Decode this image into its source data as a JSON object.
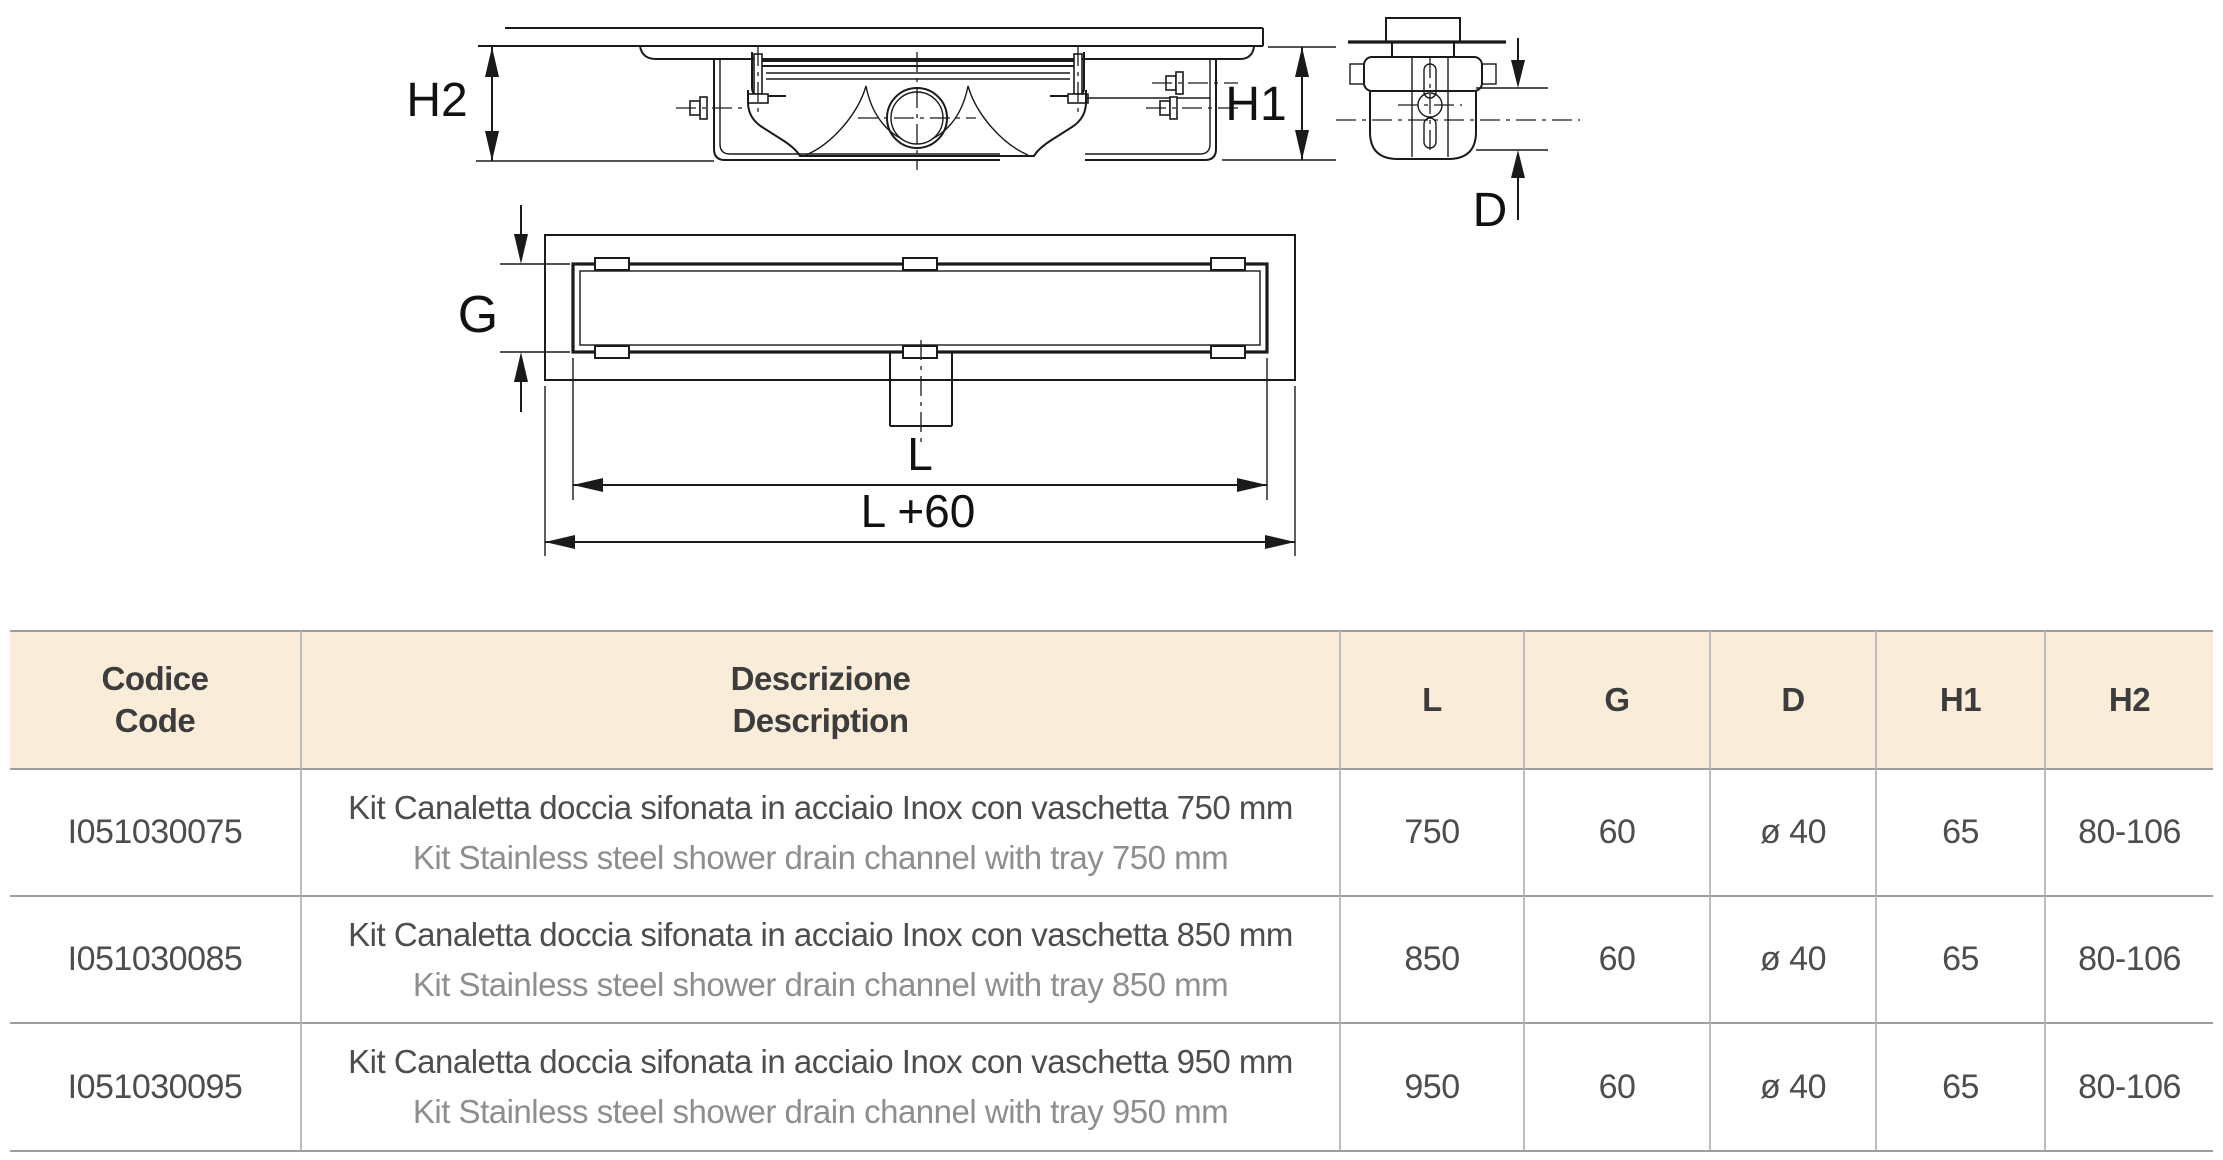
{
  "drawing": {
    "labels": {
      "h2": "H2",
      "h1": "H1",
      "d": "D",
      "g": "G",
      "l": "L",
      "l_plus": "L +60"
    }
  },
  "table": {
    "headers": {
      "code_it": "Codice",
      "code_en": "Code",
      "desc_it": "Descrizione",
      "desc_en": "Description",
      "l": "L",
      "g": "G",
      "d": "D",
      "h1": "H1",
      "h2": "H2"
    },
    "rows": [
      {
        "code": "I051030075",
        "desc_it": "Kit Canaletta doccia sifonata in acciaio Inox con vaschetta 750 mm",
        "desc_en": "Kit Stainless steel shower drain channel with tray 750 mm",
        "l": "750",
        "g": "60",
        "d": "ø 40",
        "h1": "65",
        "h2": "80-106"
      },
      {
        "code": "I051030085",
        "desc_it": "Kit Canaletta doccia sifonata in acciaio Inox con vaschetta 850 mm",
        "desc_en": "Kit Stainless steel shower drain channel with tray 850 mm",
        "l": "850",
        "g": "60",
        "d": "ø 40",
        "h1": "65",
        "h2": "80-106"
      },
      {
        "code": "I051030095",
        "desc_it": "Kit Canaletta doccia sifonata in acciaio Inox con vaschetta 950 mm",
        "desc_en": "Kit Stainless steel shower drain channel with tray 950 mm",
        "l": "950",
        "g": "60",
        "d": "ø 40",
        "h1": "65",
        "h2": "80-106"
      }
    ]
  },
  "colors": {
    "header_bg": "#f9ecd9",
    "grid_line_h": "#9e9e9e",
    "grid_line_v": "#bdbdbd",
    "text_dark": "#3c3c3c",
    "text_mid": "#4d4d4d",
    "text_light": "#8e8e8e",
    "drawing_line": "#1a1a1a"
  }
}
